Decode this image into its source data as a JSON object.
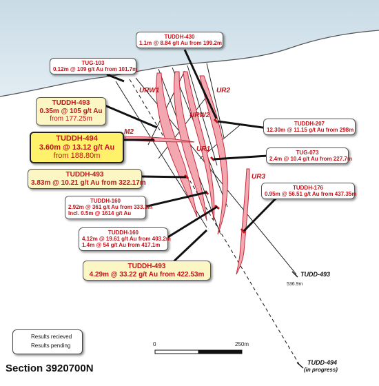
{
  "section_title": "Section 3920700N",
  "legend": {
    "received": "Results recieved",
    "pending": "Results pending"
  },
  "scale": {
    "start": "0",
    "end": "250m"
  },
  "structures": {
    "urw1": "URW1",
    "urw2": "URW2",
    "ur2": "UR2",
    "ur1": "UR1",
    "ur3": "UR3",
    "m2": "M2"
  },
  "holes": {
    "tudd493": {
      "name": "TUDD-493",
      "depth": "536.9m"
    },
    "tudd494": {
      "name": "TUDD-494",
      "note": "(in progress)"
    }
  },
  "callouts": {
    "tuddh430": {
      "title": "TUDDH-430",
      "line1": "1.1m @ 8.84 g/t Au from 199.2m"
    },
    "tug103": {
      "title": "TUG-103",
      "line1": "0.12m @ 109 g/t Au from 101.7m"
    },
    "tuddh493a": {
      "title": "TUDDH-493",
      "line1": "0.35m @ 105 g/t Au",
      "line2": "from 177.25m"
    },
    "tuddh494": {
      "title": "TUDDH-494",
      "line1": "3.60m @ 13.12 g/t Au",
      "line2": "from 188.80m"
    },
    "tuddh493b": {
      "title": "TUDDH-493",
      "line1": "3.83m @ 10.21 g/t Au from 322.17m"
    },
    "tuddh160a": {
      "title": "TUDDH-160",
      "line1": "2.92m @ 361 g/t Au from 333.3m",
      "line2": "Incl. 0.5m @ 1614 g/t Au"
    },
    "tuddh160b": {
      "title": "TUDDH-160",
      "line1": "4.12m @ 19.61 g/t Au from 403.2m",
      "line2": "1.4m @ 54 g/t Au from 417.1m"
    },
    "tuddh493c": {
      "title": "TUDDH-493",
      "line1": "4.29m @ 33.22 g/t Au from 422.53m"
    },
    "tuddh207": {
      "title": "TUDDH-207",
      "line1": "12.30m @ 11.15 g/t Au from 298m"
    },
    "tug073": {
      "title": "TUG-073",
      "line1": "2.4m @ 10.4 g/t Au from 227.7m"
    },
    "tuddh176": {
      "title": "TUDDH-176",
      "line1": "0.95m @ 56.51 g/t Au from 437.35m"
    }
  },
  "colors": {
    "sky": "#d5e3ec",
    "vein_fill": "#f3a7b1",
    "vein_edge": "#c42a3a",
    "label_red": "#c0141b",
    "highlight": "#fff26a",
    "highlight_soft": "#fbf6c4"
  }
}
